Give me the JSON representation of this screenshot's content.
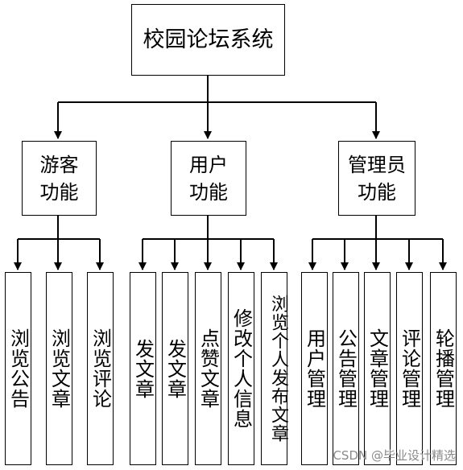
{
  "root": {
    "label": "校园论坛系统"
  },
  "groups": [
    {
      "line1": "游客",
      "line2": "功能",
      "children": [
        "浏览公告",
        "浏览文章",
        "浏览评论"
      ]
    },
    {
      "line1": "用户",
      "line2": "功能",
      "children": [
        "发文章",
        "发文章",
        "点赞文章",
        "修改个人信息",
        "浏览个人发布文章"
      ]
    },
    {
      "line1": "管理员",
      "line2": "功能",
      "children": [
        "用户管理",
        "公告管理",
        "文章管理",
        "评论管理",
        "轮播管理"
      ]
    }
  ],
  "watermark": "CSDN @毕业设计精选"
}
